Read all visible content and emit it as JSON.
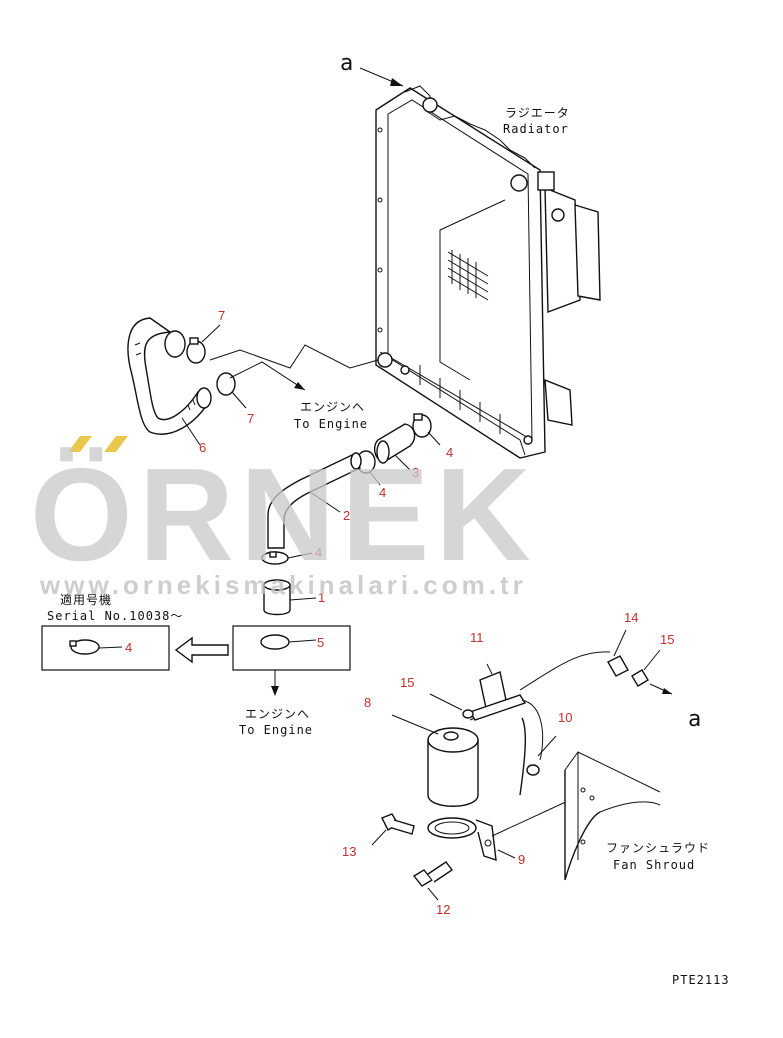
{
  "labels": {
    "view_marker_top": "a",
    "view_marker_bottom": "a",
    "radiator_jp": "ラジエータ",
    "radiator_en": "Radiator",
    "engine_jp_1": "エンジンへ",
    "engine_en_1": "To Engine",
    "engine_jp_2": "エンジンへ",
    "engine_en_2": "To Engine",
    "serial_jp": "適用号機",
    "serial_en": "Serial No.10038～",
    "fan_shroud_jp": "ファンシュラウド",
    "fan_shroud_en": "Fan Shroud",
    "drawing_code": "PTE2113"
  },
  "part_numbers": {
    "p1": "1",
    "p2": "2",
    "p3": "3",
    "p4a": "4",
    "p4b": "4",
    "p4c": "4",
    "p4d": "4",
    "p5": "5",
    "p6": "6",
    "p7a": "7",
    "p7b": "7",
    "p8": "8",
    "p9": "9",
    "p10": "10",
    "p11": "11",
    "p12": "12",
    "p13": "13",
    "p14": "14",
    "p15a": "15",
    "p15b": "15"
  },
  "watermark": {
    "brand": "ÖRNEK",
    "url": "www.ornekismakinalari.com.tr"
  },
  "colors": {
    "part_number": "#c0302c",
    "line": "#111111",
    "watermark": "#c9c9c9",
    "accent": "#e8c23a"
  }
}
